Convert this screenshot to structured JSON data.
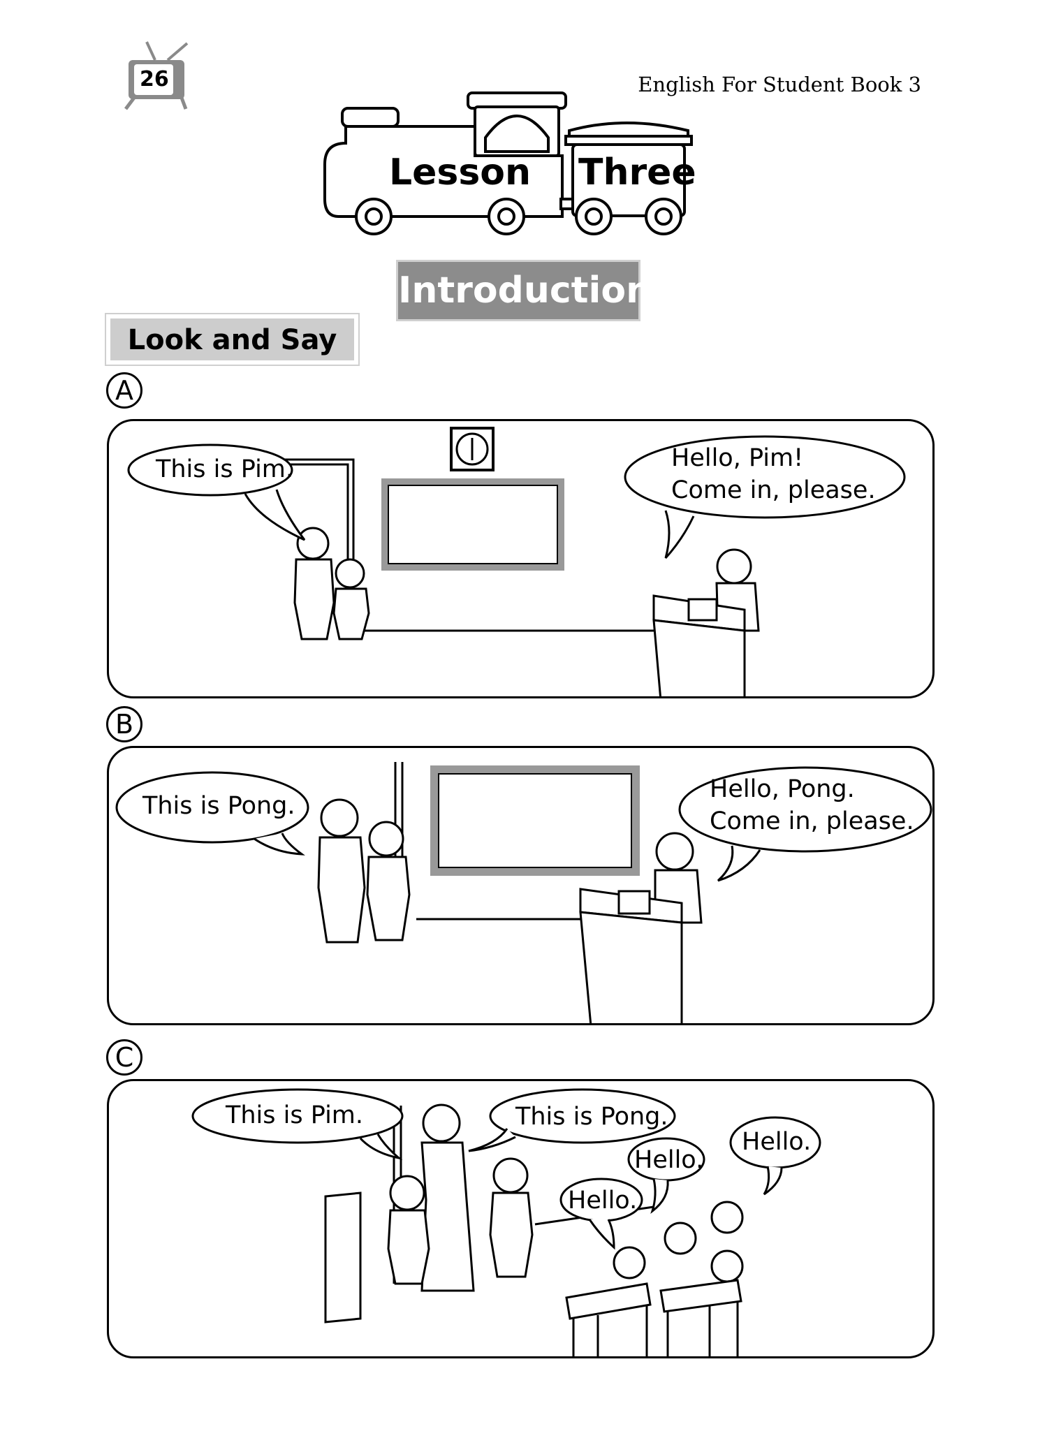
{
  "page_number": "26",
  "book_title": "English For Student Book 3",
  "lesson": {
    "word1": "Lesson",
    "word2": "Three"
  },
  "section_title": "Introduction",
  "activity_title": "Look and Say",
  "panels": [
    {
      "letter": "A",
      "bubbles": [
        {
          "lines": [
            "This is Pim."
          ]
        },
        {
          "lines": [
            "Hello, Pim!",
            "Come in, please."
          ]
        }
      ]
    },
    {
      "letter": "B",
      "bubbles": [
        {
          "lines": [
            "This is Pong."
          ]
        },
        {
          "lines": [
            "Hello, Pong.",
            "Come in, please."
          ]
        }
      ]
    },
    {
      "letter": "C",
      "bubbles": [
        {
          "lines": [
            "This is Pim."
          ]
        },
        {
          "lines": [
            "This is Pong."
          ]
        },
        {
          "lines": [
            "Hello."
          ]
        },
        {
          "lines": [
            "Hello."
          ]
        },
        {
          "lines": [
            "Hello."
          ]
        }
      ]
    }
  ]
}
